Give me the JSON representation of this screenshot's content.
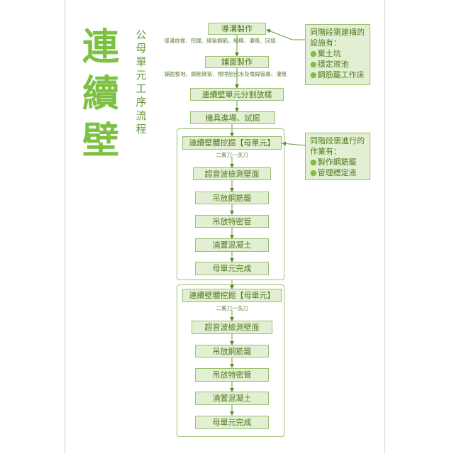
{
  "title": [
    "連",
    "續",
    "壁"
  ],
  "subtitle": [
    "公",
    "母",
    "單",
    "元",
    "工",
    "序",
    "流",
    "程"
  ],
  "steps": {
    "trench": "導溝製作",
    "trench_note": "導溝放樣、挖掘、綁紮鋼筋、組模、灌漿、回填",
    "paving": "鋪面製作",
    "paving_note": "鋪面整地、鋼筋綁紮、預埋給回水及電線管路、灌漿",
    "layout": "連續壁單元分割放樣",
    "machine": "機具進場、試掘"
  },
  "group1": {
    "header": "連續壁體挖掘【母單元】",
    "note": "二賓刀一洗刀",
    "steps": [
      "超音波檢測壁面",
      "吊放鋼筋籠",
      "吊放特密管",
      "澆置混凝土",
      "母單元完成"
    ]
  },
  "group2": {
    "header": "連續壁體挖掘【母單元】",
    "note": "二賓刀一洗刀",
    "steps": [
      "超音波檢測壁面",
      "吊放鋼筋籠",
      "吊放特密管",
      "澆置混凝土",
      "母單元完成"
    ]
  },
  "side1": {
    "lines": [
      "同階段需建構的",
      "設施有："
    ],
    "items": [
      "棄土坑",
      "穩定液池",
      "鋼筋籠工作床"
    ]
  },
  "side2": {
    "lines": [
      "同階段需進行的",
      "作業有："
    ],
    "items": [
      "製作鋼筋籠",
      "管理穩定液"
    ]
  },
  "colors": {
    "accent": "#7dc142",
    "box_fill": "#e3efd2",
    "box_border": "#9bc070",
    "text": "#4f7a1f"
  }
}
